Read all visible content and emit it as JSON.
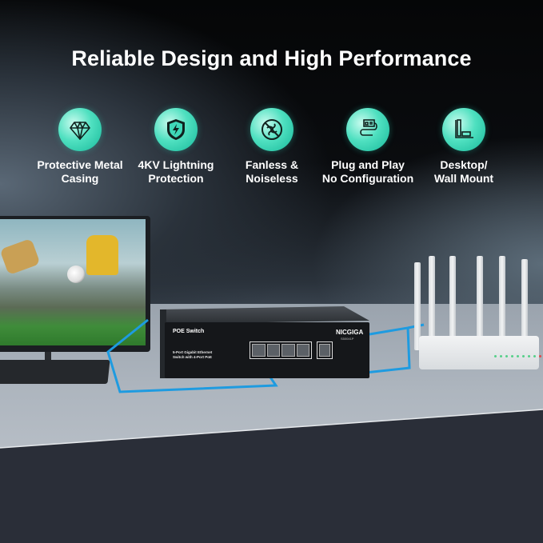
{
  "title": "Reliable Design and High Performance",
  "features": [
    {
      "icon": "diamond-icon",
      "label": "Protective Metal\nCasing"
    },
    {
      "icon": "lightning-shield-icon",
      "label": "4KV Lightning\nProtection"
    },
    {
      "icon": "no-fan-icon",
      "label": "Fanless &\nNoiseless"
    },
    {
      "icon": "plug-cable-icon",
      "label": "Plug and Play\nNo Configuration"
    },
    {
      "icon": "desktop-wall-mount-icon",
      "label": "Desktop/\nWall Mount"
    }
  ],
  "switch": {
    "name": "POE Switch",
    "description": "5-Port Gigabit Ethernet Switch with 4-Port PoE",
    "brand": "NICGIGA",
    "model": "S50041P"
  },
  "colors": {
    "accent": "#2ed3b0",
    "cable": "#1e9be0",
    "background": "#0b0d10"
  }
}
